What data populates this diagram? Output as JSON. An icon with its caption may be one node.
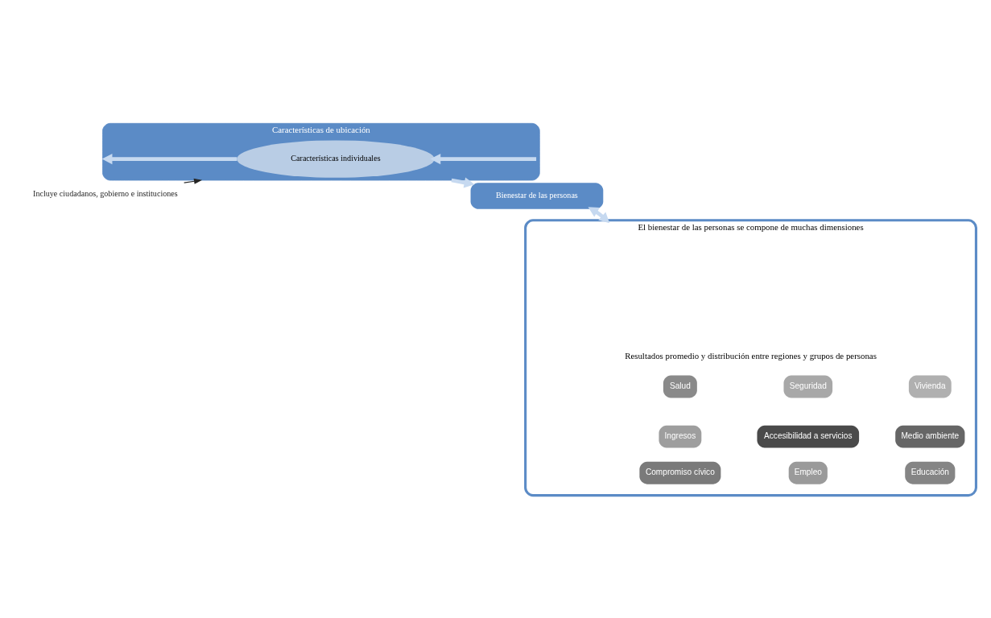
{
  "diagram": {
    "nodes": [
      {
        "text": [
          "Características de ubicación"
        ]
      },
      {
        "text": [
          "Características individuales"
        ],
        "in": 0
      },
      {
        "text": [
          "Bienestar de las personas"
        ]
      },
      {
        "text": [
          "El bienestar de las personas se compone de muchas dimensiones",
          "Resultados promedio y distribución entre regiones y grupos de personas"
        ]
      },
      {
        "text": [
          "Incluye ciudadanos, gobierno e instituciones"
        ]
      },
      {
        "text": [
          "Salud"
        ],
        "in": 3
      },
      {
        "text": [
          "Seguridad"
        ],
        "in": 3
      },
      {
        "text": [
          "Vivienda"
        ],
        "in": 3
      },
      {
        "text": [
          "Ingresos"
        ],
        "in": 3
      },
      {
        "text": [
          "Accesibilidad a servicios"
        ],
        "in": 3
      },
      {
        "text": [
          "Medio ambiente"
        ],
        "in": 3
      },
      {
        "text": [
          "Compromiso cívico"
        ],
        "in": 3
      },
      {
        "text": [
          "Empleo"
        ],
        "in": 3
      },
      {
        "text": [
          "Educación"
        ],
        "in": 3
      }
    ],
    "edges": [
      {
        "from": 1,
        "to": 0,
        "arrow": "to"
      },
      {
        "from": 0,
        "to": 1,
        "arrow": "to"
      },
      {
        "from": 0,
        "to": 2,
        "arrow": "to"
      },
      {
        "from": 2,
        "to": 3,
        "arrow": "both"
      },
      {
        "from": 4,
        "to": 0,
        "arrow": "to",
        "color": "#262626"
      }
    ]
  }
}
